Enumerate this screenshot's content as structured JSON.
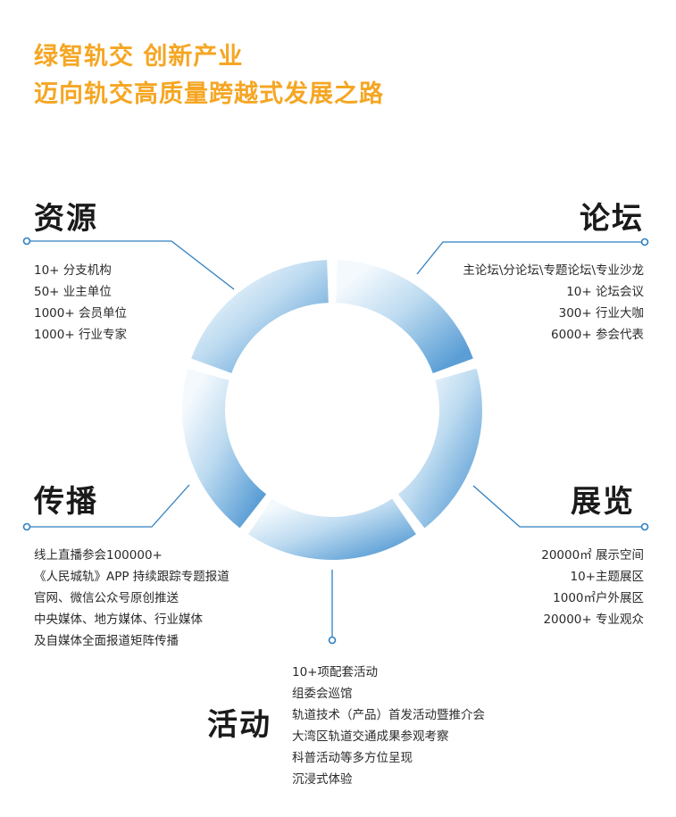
{
  "header": {
    "line1": "绿智轨交 创新产业",
    "line2": "迈向轨交高质量跨越式发展之路"
  },
  "colors": {
    "headline": "#f5a623",
    "connector": "#2f7fc1",
    "ring_light": "#eef6fc",
    "ring_dark": "#5b9fd6"
  },
  "sections": {
    "resources": {
      "title": "资源",
      "items": [
        "10+ 分支机构",
        "50+ 业主单位",
        "1000+ 会员单位",
        "1000+ 行业专家"
      ]
    },
    "forum": {
      "title": "论坛",
      "items": [
        "主论坛\\分论坛\\专题论坛\\专业沙龙",
        "10+ 论坛会议",
        "300+ 行业大咖",
        "6000+ 参会代表"
      ]
    },
    "media": {
      "title": "传播",
      "items": [
        "线上直播参会100000+",
        "《人民城轨》APP 持续跟踪专题报道",
        "官网、微信公众号原创推送",
        "中央媒体、地方媒体、行业媒体",
        "及自媒体全面报道矩阵传播"
      ]
    },
    "exhibition": {
      "title": "展览",
      "items": [
        "20000㎡ 展示空间",
        "10+主题展区",
        "1000㎡户外展区",
        "20000+ 专业观众"
      ]
    },
    "events": {
      "title": "活动",
      "items": [
        "10+项配套活动",
        "组委会巡馆",
        "轨道技术（产品）首发活动暨推介会",
        "大湾区轨道交通成果参观考察",
        "科普活动等多方位呈现",
        "沉浸式体验"
      ]
    }
  }
}
